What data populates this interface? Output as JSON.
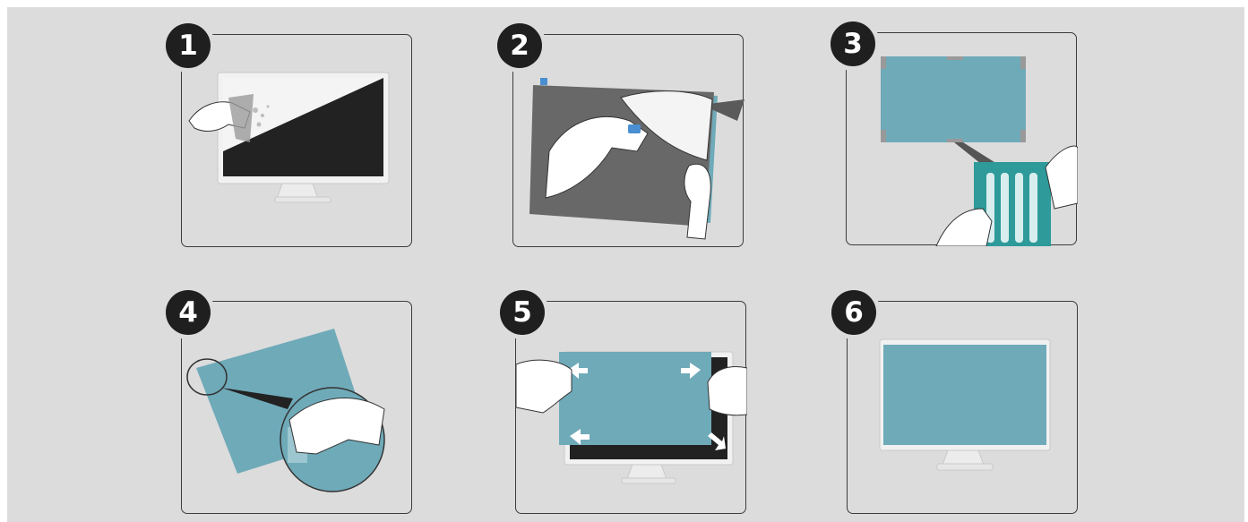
{
  "steps": [
    {
      "number": "1",
      "icon": "monitor-cleaning-icon"
    },
    {
      "number": "2",
      "icon": "peel-liner-icon"
    },
    {
      "number": "3",
      "icon": "adhesive-tabs-icon"
    },
    {
      "number": "4",
      "icon": "apply-tab-corner-icon"
    },
    {
      "number": "5",
      "icon": "attach-filter-icon"
    },
    {
      "number": "6",
      "icon": "installed-filter-icon"
    }
  ],
  "colors": {
    "background": "#dcdcdc",
    "badge": "#1f1f1f",
    "filter": "#6faab9",
    "tab_sheet": "#2e9a9a",
    "screen": "#222222",
    "liner": "#686868"
  }
}
